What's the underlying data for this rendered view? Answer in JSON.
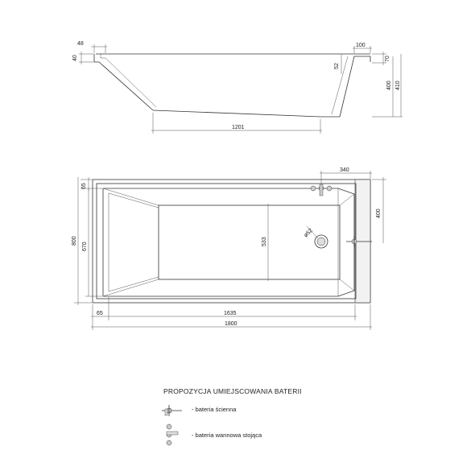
{
  "side_view": {
    "dims": {
      "top_left_width": "48",
      "top_left_height": "40",
      "top_right_width": "100",
      "top_right_height": "70",
      "rim_depth": "52",
      "inner_depth": "400",
      "total_depth": "410",
      "bottom_length": "1201"
    }
  },
  "top_view": {
    "dims": {
      "tap_offset": "340",
      "drain_offset": "400",
      "rim_top": "65",
      "outer_width": "800",
      "inner_width": "670",
      "basin_width": "533",
      "drain_diameter": "ø52",
      "rim_left": "65",
      "inner_length": "1635",
      "outer_length": "1800"
    }
  },
  "legend": {
    "title": "PROPOZYCJA UMIEJSCOWANIA BATERII",
    "items": [
      {
        "icon": "wall-faucet-icon",
        "label": "- bateria ścienna"
      },
      {
        "icon": "standing-faucet-icon",
        "label": "- bateria wannowa stojąca"
      }
    ]
  }
}
